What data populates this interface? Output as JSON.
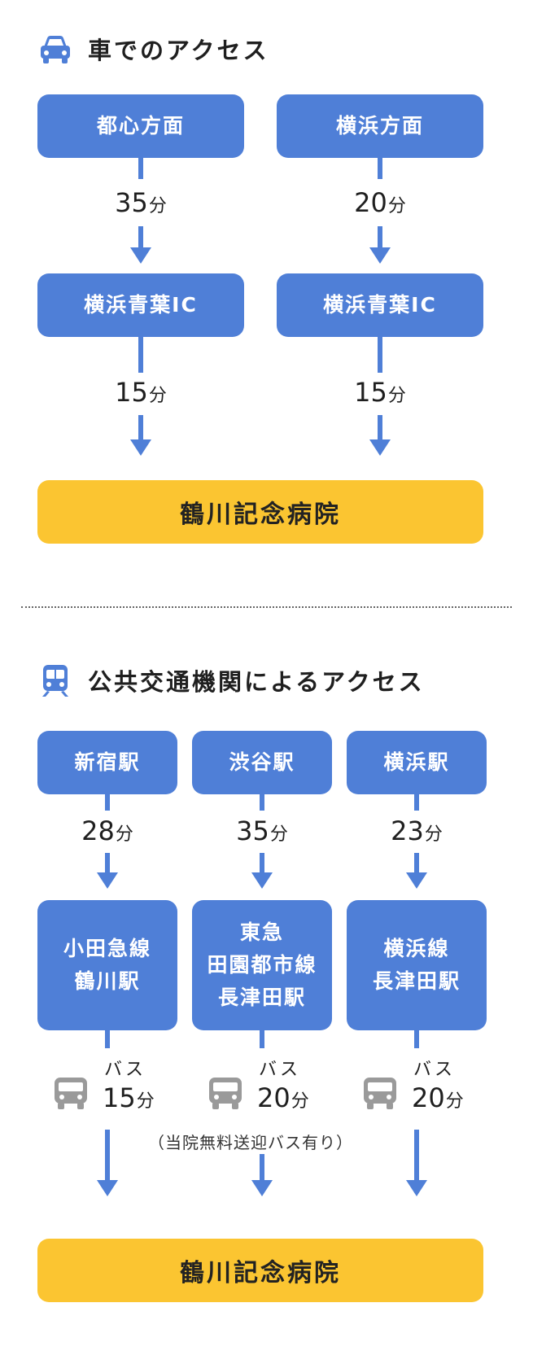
{
  "car_section": {
    "title": "車でのアクセス",
    "icon": "car-icon",
    "routes": [
      {
        "origin": "都心方面",
        "time1": "35",
        "ic": "横浜青葉IC",
        "time2": "15"
      },
      {
        "origin": "横浜方面",
        "time1": "20",
        "ic": "横浜青葉IC",
        "time2": "15"
      }
    ],
    "destination": "鶴川記念病院"
  },
  "transit_section": {
    "title": "公共交通機関によるアクセス",
    "icon": "train-icon",
    "routes": [
      {
        "origin": "新宿駅",
        "time1": "28",
        "station_lines": [
          "小田急線",
          "鶴川駅"
        ],
        "bus_label": "バス",
        "bus_time": "15"
      },
      {
        "origin": "渋谷駅",
        "time1": "35",
        "station_lines": [
          "東急",
          "田園都市線",
          "長津田駅"
        ],
        "bus_label": "バス",
        "bus_time": "20"
      },
      {
        "origin": "横浜駅",
        "time1": "23",
        "station_lines": [
          "横浜線",
          "長津田駅"
        ],
        "bus_label": "バス",
        "bus_time": "20"
      }
    ],
    "note": "（当院無料送迎バス有り）",
    "destination": "鶴川記念病院"
  },
  "unit": "分",
  "colors": {
    "route_box": "#4f7fd7",
    "destination": "#fbc531",
    "bus_icon": "#9a9a9a"
  }
}
